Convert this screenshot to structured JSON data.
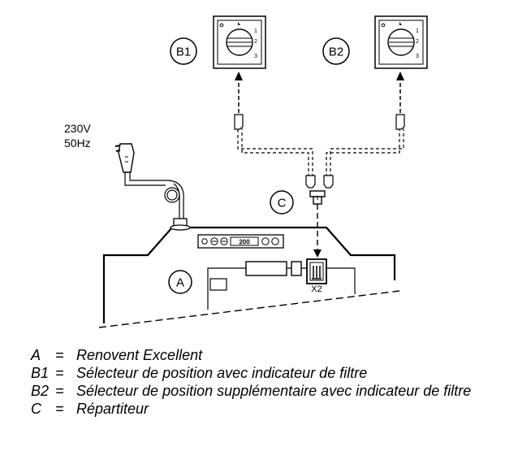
{
  "power": {
    "voltage": "230V",
    "frequency": "50Hz"
  },
  "callouts": {
    "a": "A",
    "b1": "B1",
    "b2": "B2",
    "c": "C"
  },
  "connector_label": "X2",
  "selector": {
    "positions": [
      "1",
      "2",
      "3"
    ]
  },
  "display_readout": "200",
  "legend": [
    {
      "key": "A",
      "text": "Renovent Excellent"
    },
    {
      "key": "B1",
      "text": "Sélecteur de position avec indicateur de filtre"
    },
    {
      "key": "B2",
      "text": "Sélecteur de position supplémentaire avec indicateur de filtre"
    },
    {
      "key": "C",
      "text": "Répartiteur"
    }
  ],
  "colors": {
    "line": "#000000",
    "background": "#ffffff"
  }
}
